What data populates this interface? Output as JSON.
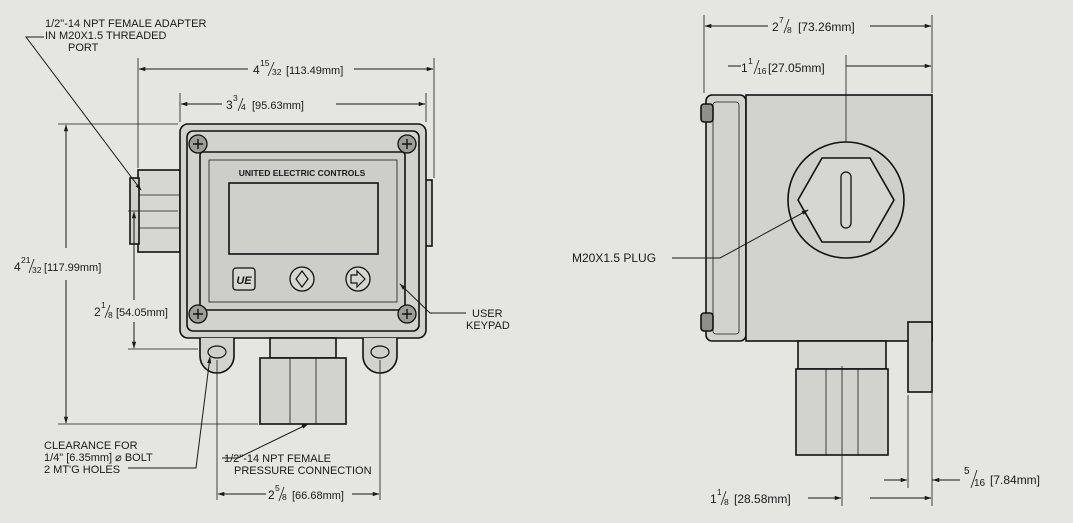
{
  "front_view": {
    "note_adapter": [
      "1/2\"-14 NPT FEMALE ADAPTER",
      "IN M20X1.5 THREADED",
      "PORT"
    ],
    "dim_overall_width": {
      "whole": "4",
      "num": "15",
      "den": "32",
      "mm": "[113.49mm]"
    },
    "dim_body_width": {
      "whole": "3",
      "num": "3",
      "den": "4",
      "mm": "[95.63mm]"
    },
    "dim_overall_height": {
      "whole": "4",
      "num": "21",
      "den": "32",
      "mm": "[117.99mm]"
    },
    "dim_port_height": {
      "whole": "2",
      "num": "1",
      "den": "8",
      "mm": "[54.05mm]"
    },
    "dim_hole_spacing": {
      "whole": "2",
      "num": "5",
      "den": "8",
      "mm": "[66.68mm]"
    },
    "brand_label": "UNITED ELECTRIC CONTROLS",
    "logo_text": "UE",
    "note_keypad": [
      "USER",
      "KEYPAD"
    ],
    "note_clearance": [
      "CLEARANCE FOR",
      "1/4\" [6.35mm] ⌀ BOLT",
      "2 MT'G HOLES"
    ],
    "note_pressure": [
      "1/2\"-14 NPT FEMALE",
      "PRESSURE CONNECTION"
    ]
  },
  "side_view": {
    "dim_overall_depth": {
      "whole": "2",
      "num": "7",
      "den": "8",
      "mm": "[73.26mm]"
    },
    "dim_plug_offset": {
      "whole": "1",
      "num": "1",
      "den": "16",
      "mm": "[27.05mm]"
    },
    "note_plug": "M20X1.5 PLUG",
    "dim_fitting_offset": {
      "whole": "1",
      "num": "1",
      "den": "8",
      "mm": "[28.58mm]"
    },
    "dim_flange": {
      "whole": "",
      "num": "5",
      "den": "16",
      "mm": "[7.84mm]"
    }
  },
  "colors": {
    "background": "#e4e6df",
    "housing": "#d2d3cc",
    "line": "#1a1a1a"
  }
}
